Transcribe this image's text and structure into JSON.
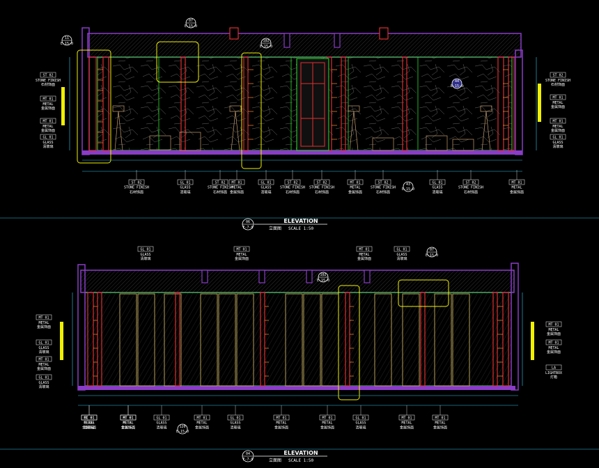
{
  "elevations": [
    {
      "title": "ELEVATION",
      "title_cn": "立面图",
      "scale": "SCALE 1:50",
      "number": "06",
      "sheet": "E-7-0",
      "callouts_top": [
        {
          "num": "07",
          "sub": "E-15-0"
        },
        {
          "num": "102",
          "sub": "E-15-0"
        },
        {
          "num": "11",
          "sub": "E-15-0"
        }
      ],
      "left_tags": [
        {
          "code": "ST 02",
          "en": "STONE FINISH",
          "cn": "石材饰面"
        },
        {
          "code": "MT 01",
          "en": "METAL",
          "cn": "金属饰面"
        },
        {
          "code": "MT 01",
          "en": "METAL",
          "cn": "金属饰面"
        },
        {
          "code": "GL 01",
          "en": "GLASS",
          "cn": "清玻璃"
        }
      ],
      "right_tags": [
        {
          "code": "ST 02",
          "en": "STONE FINISH",
          "cn": "石材饰面"
        },
        {
          "code": "MT 01",
          "en": "METAL",
          "cn": "金属饰面"
        },
        {
          "code": "MT 01",
          "en": "METAL",
          "cn": "金属饰面"
        },
        {
          "code": "GL 01",
          "en": "GLASS",
          "cn": "清玻璃"
        }
      ],
      "bottom_tags": [
        {
          "code": "ST 02",
          "en": "STONE FINISH",
          "cn": "石材饰面"
        },
        {
          "code": "GL 01",
          "en": "GLASS",
          "cn": "清玻璃"
        },
        {
          "code": "ST 02",
          "en": "STONE FINISH",
          "cn": "石材饰面"
        },
        {
          "code": "MT 01",
          "en": "METAL",
          "cn": "金属饰面"
        },
        {
          "code": "GL 01",
          "en": "GLASS",
          "cn": "清玻璃"
        },
        {
          "code": "ST 02",
          "en": "STONE FINISH",
          "cn": "石材饰面"
        },
        {
          "code": "ST 02",
          "en": "STONE FINISH",
          "cn": "石材饰面"
        },
        {
          "code": "MT 01",
          "en": "METAL",
          "cn": "金属饰面"
        },
        {
          "code": "ST 02",
          "en": "STONE FINISH",
          "cn": "石材饰面"
        },
        {
          "code": "GL 01",
          "en": "GLASS",
          "cn": "清玻璃"
        },
        {
          "code": "ST 02",
          "en": "STONE FINISH",
          "cn": "石材饰面"
        },
        {
          "code": "MT 01",
          "en": "METAL",
          "cn": "金属饰面"
        }
      ],
      "section_marks": [
        {
          "num": "43",
          "sub": "E-15-0"
        },
        {
          "num": "44",
          "sub": "E-15-0"
        }
      ]
    },
    {
      "title": "ELEVATION",
      "title_cn": "立面图",
      "scale": "SCALE 1:50",
      "number": "04",
      "sheet": "E-7-0",
      "callouts_top": [
        {
          "num": "07",
          "sub": "E-15-0"
        },
        {
          "num": "102",
          "sub": "E-15-0"
        }
      ],
      "top_tags": [
        {
          "code": "GL 01",
          "en": "GLASS",
          "cn": "清玻璃"
        },
        {
          "code": "MT 01",
          "en": "METAL",
          "cn": "金属饰面"
        },
        {
          "code": "MT 01",
          "en": "METAL",
          "cn": "金属饰面"
        },
        {
          "code": "GL 01",
          "en": "GLASS",
          "cn": "清玻璃"
        }
      ],
      "left_tags": [
        {
          "code": "MT 01",
          "en": "METAL",
          "cn": "金属饰面"
        },
        {
          "code": "GL 01",
          "en": "GLASS",
          "cn": "清玻璃"
        },
        {
          "code": "MT 01",
          "en": "METAL",
          "cn": "金属饰面"
        },
        {
          "code": "GL 01",
          "en": "GLASS",
          "cn": "清玻璃"
        }
      ],
      "right_tags": [
        {
          "code": "MT 01",
          "en": "METAL",
          "cn": "金属饰面"
        },
        {
          "code": "MT 01",
          "en": "METAL",
          "cn": "金属饰面"
        },
        {
          "code": "LA",
          "en": "LIGHTBOX",
          "cn": "灯箱"
        }
      ],
      "bottom_tags": [
        {
          "code": "MT 01",
          "en": "METAL",
          "cn": "金属饰面"
        },
        {
          "code": "MT 01",
          "en": "METAL",
          "cn": "金属饰面"
        },
        {
          "code": "GL 01",
          "en": "GLASS",
          "cn": "清玻璃"
        },
        {
          "code": "MT 01",
          "en": "METAL",
          "cn": "金属饰面"
        },
        {
          "code": "GL 01",
          "en": "GLASS",
          "cn": "清玻璃"
        },
        {
          "code": "MT 01",
          "en": "METAL",
          "cn": "金属饰面"
        },
        {
          "code": "GL 01",
          "en": "GLASS",
          "cn": "清玻璃"
        },
        {
          "code": "MT 01",
          "en": "METAL",
          "cn": "金属饰面"
        },
        {
          "code": "MT 01",
          "en": "METAL",
          "cn": "金属饰面"
        },
        {
          "code": "GL 01",
          "en": "GLASS",
          "cn": "清玻璃"
        },
        {
          "code": "MT 01",
          "en": "METAL",
          "cn": "金属饰面"
        },
        {
          "code": "MT 01",
          "en": "METAL",
          "cn": "金属饰面"
        }
      ],
      "section_marks": [
        {
          "num": "120",
          "sub": "E-15-0"
        }
      ]
    }
  ],
  "colors": {
    "background": "#000000",
    "wall_outline": "#8a3cc8",
    "ceiling_hatch": "#6c6c6c",
    "red_trim": "#e03030",
    "green_line": "#30e030",
    "yellow_callout": "#f0f000",
    "cyan_line": "#30c8f0",
    "dim_text": "#c8c8ff"
  }
}
